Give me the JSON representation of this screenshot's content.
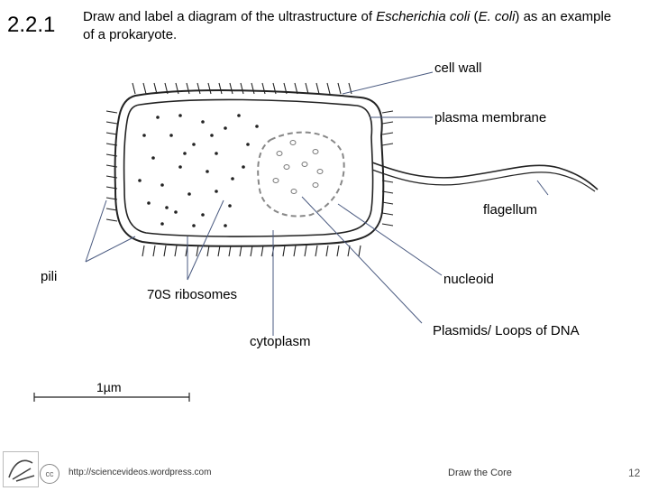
{
  "slide": {
    "number": "2.2.1",
    "question_plain_1": "Draw and label a diagram of the ultrastructure of ",
    "question_italic_1": "Escherichia coli",
    "question_plain_2": " (",
    "question_italic_2": "E. coli",
    "question_plain_3": ") as an example of a prokaryote.",
    "page_number": "12"
  },
  "labels": {
    "cell_wall": "cell wall",
    "plasma_membrane": "plasma membrane",
    "flagellum": "flagellum",
    "pili": "pili",
    "nucleoid": "nucleoid",
    "ribosomes": "70S ribosomes",
    "cytoplasm": "cytoplasm",
    "plasmids": "Plasmids/ Loops of DNA"
  },
  "scale_bar": {
    "label": "1µm"
  },
  "footer": {
    "url": "http://sciencevideos.wordpress.com",
    "brand": "Draw the Core",
    "cc_text": "cc"
  },
  "colors": {
    "leader_line": "#4a5a80",
    "outline": "#222222",
    "nucleoid_dash": "#888888"
  }
}
